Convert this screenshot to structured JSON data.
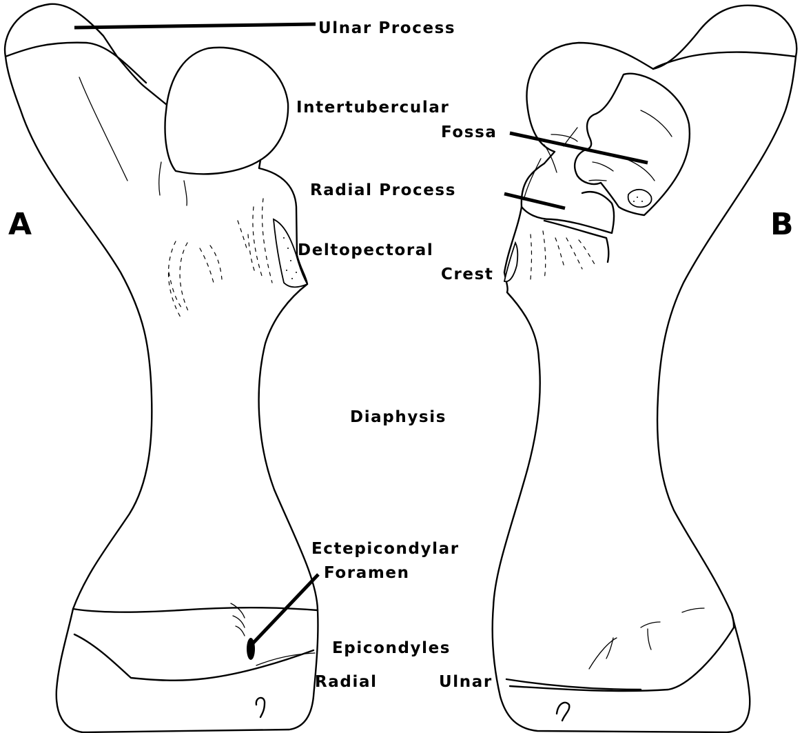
{
  "figure": {
    "panels": {
      "a": "A",
      "b": "B"
    },
    "labels": {
      "ulnar_process": "Ulnar Process",
      "intertubercular_line1": "Intertubercular",
      "intertubercular_line2": "Fossa",
      "radial_process": "Radial Process",
      "deltopectoral_line1": "Deltopectoral",
      "deltopectoral_line2": "Crest",
      "diaphysis": "Diaphysis",
      "ectepicondylar_line1": "Ectepicondylar",
      "ectepicondylar_line2": "Foramen",
      "epicondyles": "Epicondyles",
      "radial": "Radial",
      "ulnar": "Ulnar"
    }
  }
}
